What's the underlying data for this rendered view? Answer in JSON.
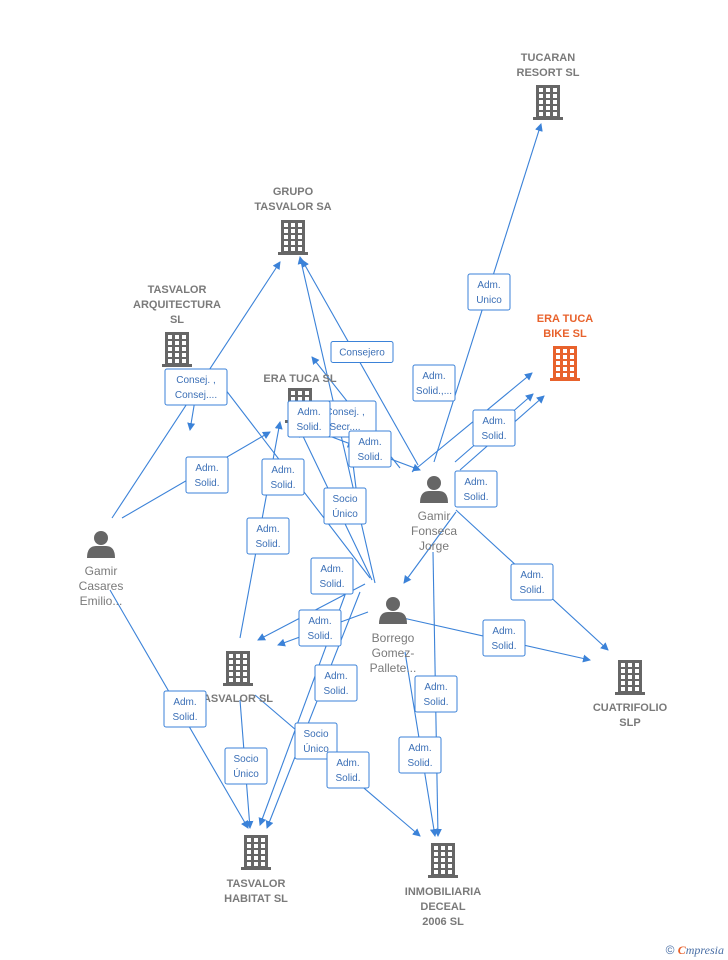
{
  "colors": {
    "edge": "#3b82d8",
    "company": "#666666",
    "focus_company": "#e8622c",
    "person": "#666666"
  },
  "companies": [
    {
      "id": "tucaran",
      "lines": [
        "TUCARAN",
        "RESORT SL"
      ],
      "focus": false
    },
    {
      "id": "grupo",
      "lines": [
        "GRUPO",
        "TASVALOR SA"
      ],
      "focus": false
    },
    {
      "id": "arquitectura",
      "lines": [
        "TASVALOR",
        "ARQUITECTURA",
        "SL"
      ],
      "focus": false
    },
    {
      "id": "eratucabike",
      "lines": [
        "ERA TUCA",
        "BIKE  SL"
      ],
      "focus": true
    },
    {
      "id": "eratuca",
      "lines": [
        "ERA TUCA  SL"
      ],
      "focus": false
    },
    {
      "id": "tasvalor",
      "lines": [
        "ASVALOR  SL"
      ],
      "focus": false
    },
    {
      "id": "cuatrifolio",
      "lines": [
        "CUATRIFOLIO",
        "SLP"
      ],
      "focus": false
    },
    {
      "id": "habitat",
      "lines": [
        "TASVALOR",
        "HABITAT  SL"
      ],
      "focus": false
    },
    {
      "id": "deceal",
      "lines": [
        "INMOBILIARIA",
        "DECEAL",
        "2006  SL"
      ],
      "focus": false
    }
  ],
  "persons": [
    {
      "id": "casares",
      "lines": [
        "Gamir",
        "Casares",
        "Emilio..."
      ]
    },
    {
      "id": "fonseca",
      "lines": [
        "Gamir",
        "Fonseca",
        "Jorge"
      ]
    },
    {
      "id": "borrego",
      "lines": [
        "Borrego",
        "Gomez-",
        "Pallete..."
      ]
    }
  ],
  "edge_labels": [
    {
      "id": "l1",
      "lines": [
        "Adm.",
        "Unico"
      ]
    },
    {
      "id": "l2",
      "lines": [
        "Consejero"
      ]
    },
    {
      "id": "l3",
      "lines": [
        "Adm.",
        "Solid.,..."
      ]
    },
    {
      "id": "l4",
      "lines": [
        "Consej. ,",
        "Consej...."
      ]
    },
    {
      "id": "l5",
      "lines": [
        "Adm.",
        "Solid."
      ]
    },
    {
      "id": "l6",
      "lines": [
        "Consej. ,",
        "Secr...."
      ]
    },
    {
      "id": "l7",
      "lines": [
        "Adm.",
        "Solid."
      ]
    },
    {
      "id": "l8",
      "lines": [
        "Adm.",
        "Solid."
      ]
    },
    {
      "id": "l9",
      "lines": [
        "Adm.",
        "Solid."
      ]
    },
    {
      "id": "l10",
      "lines": [
        "Adm.",
        "Solid."
      ]
    },
    {
      "id": "l11",
      "lines": [
        "Adm.",
        "Solid."
      ]
    },
    {
      "id": "l12",
      "lines": [
        "Socio",
        "Único"
      ]
    },
    {
      "id": "l13",
      "lines": [
        "Adm.",
        "Solid."
      ]
    },
    {
      "id": "l14",
      "lines": [
        "Adm.",
        "Solid."
      ]
    },
    {
      "id": "l15",
      "lines": [
        "Adm.",
        "Solid."
      ]
    },
    {
      "id": "l16",
      "lines": [
        "Adm.",
        "Solid."
      ]
    },
    {
      "id": "l17",
      "lines": [
        "Adm.",
        "Solid."
      ]
    },
    {
      "id": "l18",
      "lines": [
        "Adm.",
        "Solid."
      ]
    },
    {
      "id": "l19",
      "lines": [
        "Adm.",
        "Solid."
      ]
    },
    {
      "id": "l20",
      "lines": [
        "Adm.",
        "Solid."
      ]
    },
    {
      "id": "l21",
      "lines": [
        "Socio",
        "Único"
      ]
    },
    {
      "id": "l22",
      "lines": [
        "Adm.",
        "Solid."
      ]
    },
    {
      "id": "l23",
      "lines": [
        "Socio",
        "Único"
      ]
    },
    {
      "id": "l24",
      "lines": [
        "Adm.",
        "Solid."
      ]
    },
    {
      "id": "l25",
      "lines": [
        "Adm.",
        "Solid."
      ]
    }
  ],
  "footer": {
    "copyright": "©",
    "brand_e": "C",
    "brand_rest": "mpresia"
  }
}
